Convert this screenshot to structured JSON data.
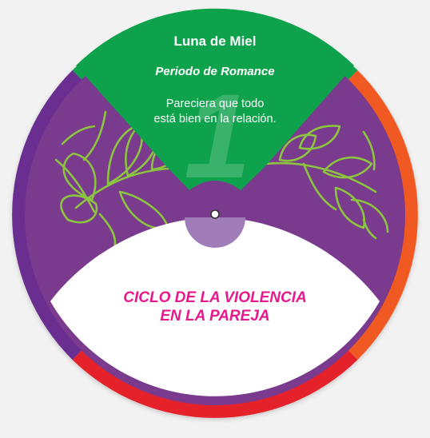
{
  "segment": {
    "number": "1",
    "title": "Luna de Miel",
    "subtitle": "Periodo de Romance",
    "description_line1": "Pareciera que todo",
    "description_line2": "está bien en la relación."
  },
  "wheel": {
    "label_line1": "CICLO DE LA VIOLENCIA",
    "label_line2": "EN LA PAREJA"
  },
  "colors": {
    "background": "#f2f2f2",
    "ring_top": "#0fa24c",
    "ring_right": "#f05a22",
    "ring_bottom": "#e5232c",
    "ring_left": "#6a2d91",
    "disk": "#7a3a8e",
    "segment_green": "#0fa24c",
    "leaf_green": "#8bc53f",
    "title_pink": "#e6198c",
    "hub": "#a07cb8"
  },
  "icons": {
    "leaves": "olive-branch-illustration",
    "pivot": "pivot-pin-icon"
  }
}
